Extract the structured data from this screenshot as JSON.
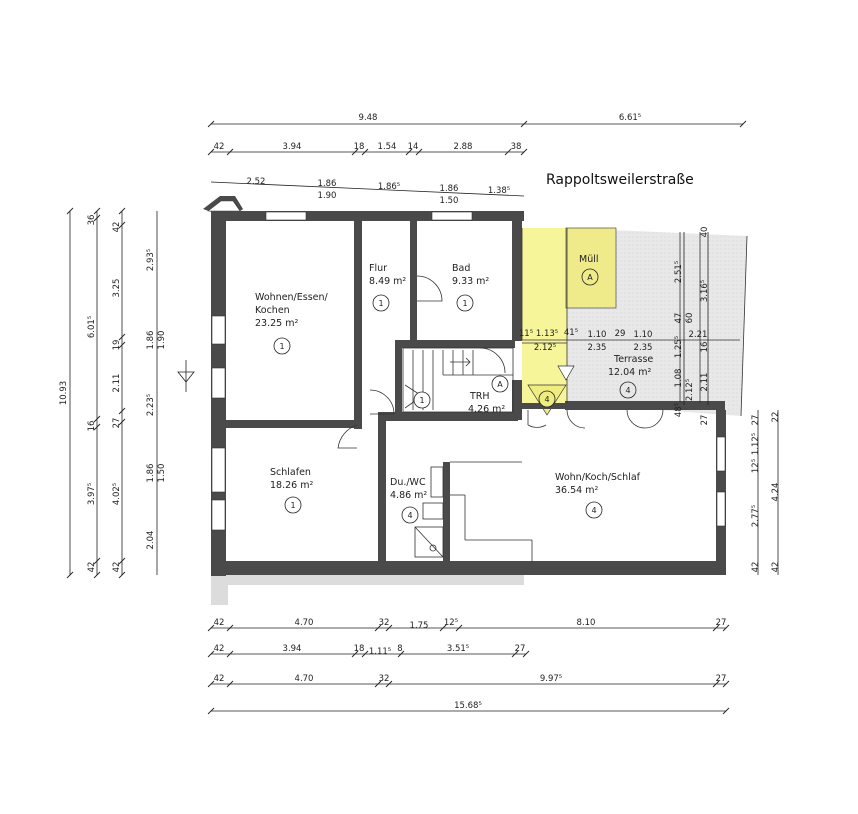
{
  "street": "Rappoltsweilerstraße",
  "rooms": {
    "wohnen": {
      "name1": "Wohnen/Essen/",
      "name2": "Kochen",
      "area": "23.25 m²",
      "unit": "1"
    },
    "flur": {
      "name": "Flur",
      "area": "8.49 m²",
      "unit": "1"
    },
    "bad": {
      "name": "Bad",
      "area": "9.33 m²",
      "unit": "1"
    },
    "trh": {
      "name": "TRH",
      "area": "4.26 m²",
      "unit": "A"
    },
    "muell": {
      "name": "Müll",
      "unit": "A"
    },
    "terrasse": {
      "name": "Terrasse",
      "area": "12.04 m²",
      "unit": "4"
    },
    "schlafen": {
      "name": "Schlafen",
      "area": "18.26 m²",
      "unit": "1"
    },
    "duwc": {
      "name": "Du./WC",
      "area": "4.86 m²",
      "unit": "4"
    },
    "wohnkoch": {
      "name": "Wohn/Koch/Schlaf",
      "area": "36.54 m²",
      "unit": "4"
    },
    "stair": {
      "unit1": "1",
      "unit4": "4"
    }
  },
  "dims": {
    "top1": [
      "9.48",
      "6.61⁵"
    ],
    "top2": [
      "42",
      "3.94",
      "18",
      "1.54",
      "14",
      "2.88",
      "38"
    ],
    "top3a": [
      "2.52",
      "1.86",
      "1.86⁵",
      "1.86",
      "1.38⁵"
    ],
    "top3b": [
      "1.90",
      "1.50"
    ],
    "left1": "10.93",
    "left2": [
      "36",
      "6.01⁵",
      "16",
      "3.97⁵",
      "42"
    ],
    "left3": [
      "42",
      "3.25",
      "19",
      "2.11",
      "27",
      "4.02⁵",
      "42"
    ],
    "left4": [
      "2.93⁵",
      "1.86",
      "1.90",
      "2.23⁵",
      "1.86",
      "1.50",
      "2.04"
    ],
    "terr": [
      "11⁵",
      "1.13⁵",
      "41⁵",
      "1.10",
      "29",
      "1.10",
      "2.21",
      "2.12⁵",
      "2.35",
      "2.35"
    ],
    "terrv": [
      "40",
      "2.51⁵",
      "3.16⁵",
      "47",
      "60",
      "1.25⁵",
      "16",
      "1.08",
      "2.12⁵",
      "2.11",
      "48⁵",
      "27"
    ],
    "right": [
      "22",
      "27",
      "1.12⁵",
      "12⁵",
      "4.24",
      "2.77⁵",
      "42",
      "42"
    ],
    "bot1": [
      "42",
      "4.70",
      "32",
      "1.75",
      "12⁵",
      "8.10",
      "27"
    ],
    "bot2": [
      "42",
      "3.94",
      "18",
      "1.11⁵",
      "8",
      "3.51⁵",
      "27"
    ],
    "bot3": [
      "42",
      "4.70",
      "32",
      "9.97⁵",
      "27"
    ],
    "bot4": "15.68⁵"
  }
}
